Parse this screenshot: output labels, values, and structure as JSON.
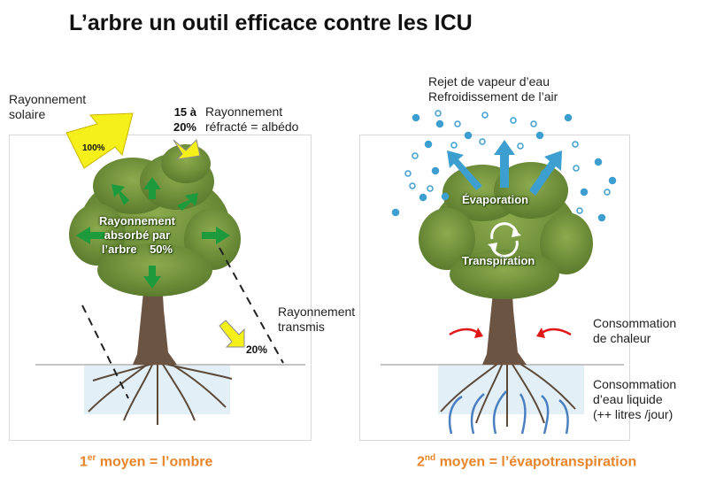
{
  "title": "L’arbre un outil efficace  contre les ICU",
  "left": {
    "solar_label_1": "Rayonnement",
    "solar_label_2": "solaire",
    "solar_pct": "100%",
    "refl_pct_1": "15 à",
    "refl_pct_2": "20%",
    "refl_label_1": "Rayonnement",
    "refl_label_2": "réfracté = albédo",
    "absorbed_1": "Rayonnement",
    "absorbed_2": "absorbé par",
    "absorbed_3": "l’arbre",
    "absorbed_pct": "50%",
    "trans_label_1": "Rayonnement",
    "trans_label_2": "transmis",
    "trans_pct": "20%",
    "caption_pre": "1",
    "caption_sup": "er",
    "caption_post": " moyen = l’ombre"
  },
  "right": {
    "vapor_1": "Rejet de vapeur d’eau",
    "vapor_2": "Refroidissement de l’air",
    "evaporation": "Évaporation",
    "transpiration": "Transpiration",
    "heat_1": "Consommation",
    "heat_2": "de chaleur",
    "water_1": "Consommation",
    "water_2": "d’eau liquide",
    "water_3": "(++ litres /jour)",
    "caption_pre": "2",
    "caption_sup": "nd",
    "caption_post": " moyen = l’évapotranspiration"
  },
  "colors": {
    "solar_arrow": "#f6f01a",
    "absorb_arrow": "#1c9a3c",
    "vapor_arrow": "#3d9fcf",
    "heat_arrow": "#e01818",
    "root_arrow": "#4a7fc0",
    "caption": "#e8852a",
    "foliage": "#6f8f3c"
  }
}
